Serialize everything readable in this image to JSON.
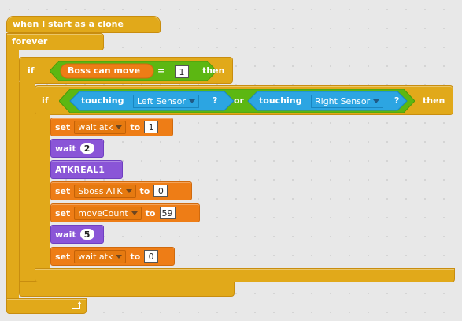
{
  "hat": {
    "label": "when I start as a clone"
  },
  "forever": {
    "label": "forever"
  },
  "if_outer": {
    "if_label": "if",
    "var": "Boss can move",
    "op": "=",
    "value": "1",
    "then_label": "then"
  },
  "if_inner": {
    "if_label": "if",
    "touching1": "touching",
    "sensor1": "Left Sensor",
    "q1": "?",
    "or_label": "or",
    "touching2": "touching",
    "sensor2": "Right Sensor",
    "q2": "?",
    "then_label": "then"
  },
  "stack": [
    {
      "kind": "set",
      "cmd": "set",
      "var": "wait atk",
      "to": "to",
      "value": "1"
    },
    {
      "kind": "wait",
      "cmd": "wait",
      "value": "2"
    },
    {
      "kind": "custom",
      "cmd": "ATKREAL1"
    },
    {
      "kind": "set",
      "cmd": "set",
      "var": "Sboss ATK",
      "to": "to",
      "value": "0"
    },
    {
      "kind": "set",
      "cmd": "set",
      "var": "moveCount",
      "to": "to",
      "value": "59"
    },
    {
      "kind": "wait",
      "cmd": "wait",
      "value": "5"
    },
    {
      "kind": "set",
      "cmd": "set",
      "var": "wait atk",
      "to": "to",
      "value": "0"
    }
  ],
  "forever_end": {
    "icon": "loop-arrow-icon"
  },
  "colors": {
    "control": "#e1a91a",
    "data": "#ee7d16",
    "looks": "#8a55d7",
    "operators": "#5cb712",
    "sensing": "#2ca5e2",
    "background": "#e8e8e8"
  }
}
